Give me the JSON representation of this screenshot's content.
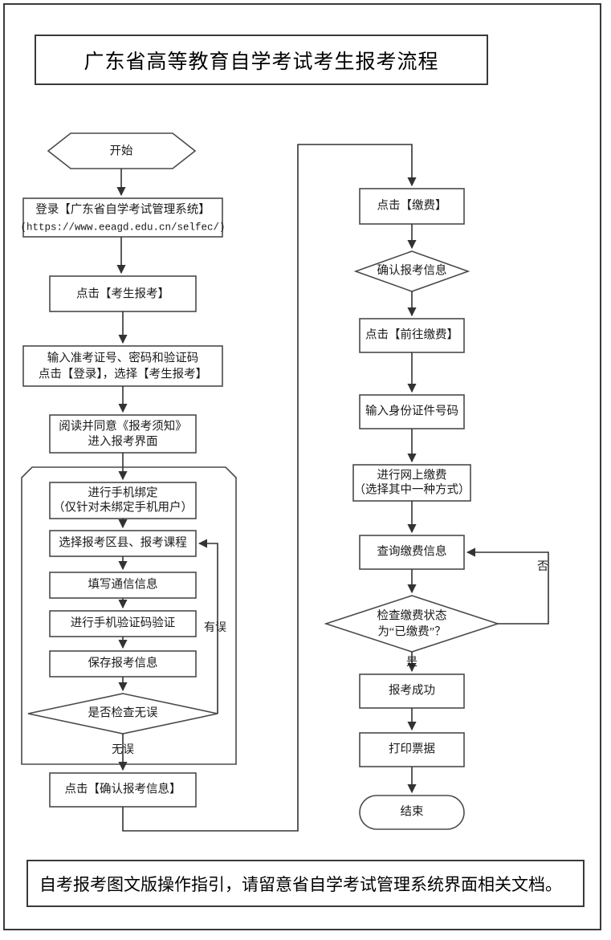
{
  "header": {
    "title": "广东省高等教育自学考试考生报考流程"
  },
  "footer": {
    "note": "自考报考图文版操作指引，请留意省自学考试管理系统界面相关文档。"
  },
  "chart_data": {
    "type": "diagram",
    "title": "广东省高等教育自学考试考生报考流程",
    "nodes": [
      {
        "id": "start",
        "shape": "hexagon",
        "label": "开始"
      },
      {
        "id": "login",
        "shape": "rect",
        "label": "登录【广东省自学考试管理系统】",
        "label2": "(https://www.eeagd.edu.cn/selfec/)"
      },
      {
        "id": "click_apply",
        "shape": "rect",
        "label": "点击【考生报考】"
      },
      {
        "id": "enter_creds",
        "shape": "rect",
        "label": "输入准考证号、密码和验证码",
        "label2": "点击【登录】，选择【考生报考】"
      },
      {
        "id": "read_notice",
        "shape": "rect",
        "label": "阅读并同意《报考须知》",
        "label2": "进入报考界面"
      },
      {
        "id": "bind_phone",
        "shape": "rect",
        "label": "进行手机绑定",
        "label2": "（仅针对未绑定手机用户）"
      },
      {
        "id": "select_course",
        "shape": "rect",
        "label": "选择报考区县、报考课程"
      },
      {
        "id": "fill_contact",
        "shape": "rect",
        "label": "填写通信信息"
      },
      {
        "id": "verify_sms",
        "shape": "rect",
        "label": "进行手机验证码验证"
      },
      {
        "id": "save_info",
        "shape": "rect",
        "label": "保存报考信息"
      },
      {
        "id": "check_ok",
        "shape": "diamond",
        "label": "是否检查无误"
      },
      {
        "id": "confirm_info",
        "shape": "rect",
        "label": "点击【确认报考信息】"
      },
      {
        "id": "click_pay",
        "shape": "rect",
        "label": "点击【缴费】"
      },
      {
        "id": "confirm_apply",
        "shape": "diamond",
        "label": "确认报考信息"
      },
      {
        "id": "goto_pay",
        "shape": "rect",
        "label": "点击【前往缴费】"
      },
      {
        "id": "enter_id",
        "shape": "rect",
        "label": "输入身份证件号码"
      },
      {
        "id": "online_pay",
        "shape": "rect",
        "label": "进行网上缴费",
        "label2": "（选择其中一种方式）"
      },
      {
        "id": "query_pay",
        "shape": "rect",
        "label": "查询缴费信息"
      },
      {
        "id": "check_paid",
        "shape": "diamond",
        "label": "检查缴费状态",
        "label2": "为“已缴费”？"
      },
      {
        "id": "apply_success",
        "shape": "rect",
        "label": "报考成功"
      },
      {
        "id": "print_receipt",
        "shape": "rect",
        "label": "打印票据"
      },
      {
        "id": "end",
        "shape": "stadium",
        "label": "结束"
      }
    ],
    "edge_labels": [
      {
        "id": "err",
        "label": "有误"
      },
      {
        "id": "no_err",
        "label": "无误"
      },
      {
        "id": "no",
        "label": "否"
      },
      {
        "id": "yes",
        "label": "是"
      }
    ],
    "group_label": "",
    "colors": {
      "stroke": "#4a4a4a",
      "connector": "#333333",
      "fill": "#ffffff",
      "text": "#1a1a1a"
    }
  }
}
